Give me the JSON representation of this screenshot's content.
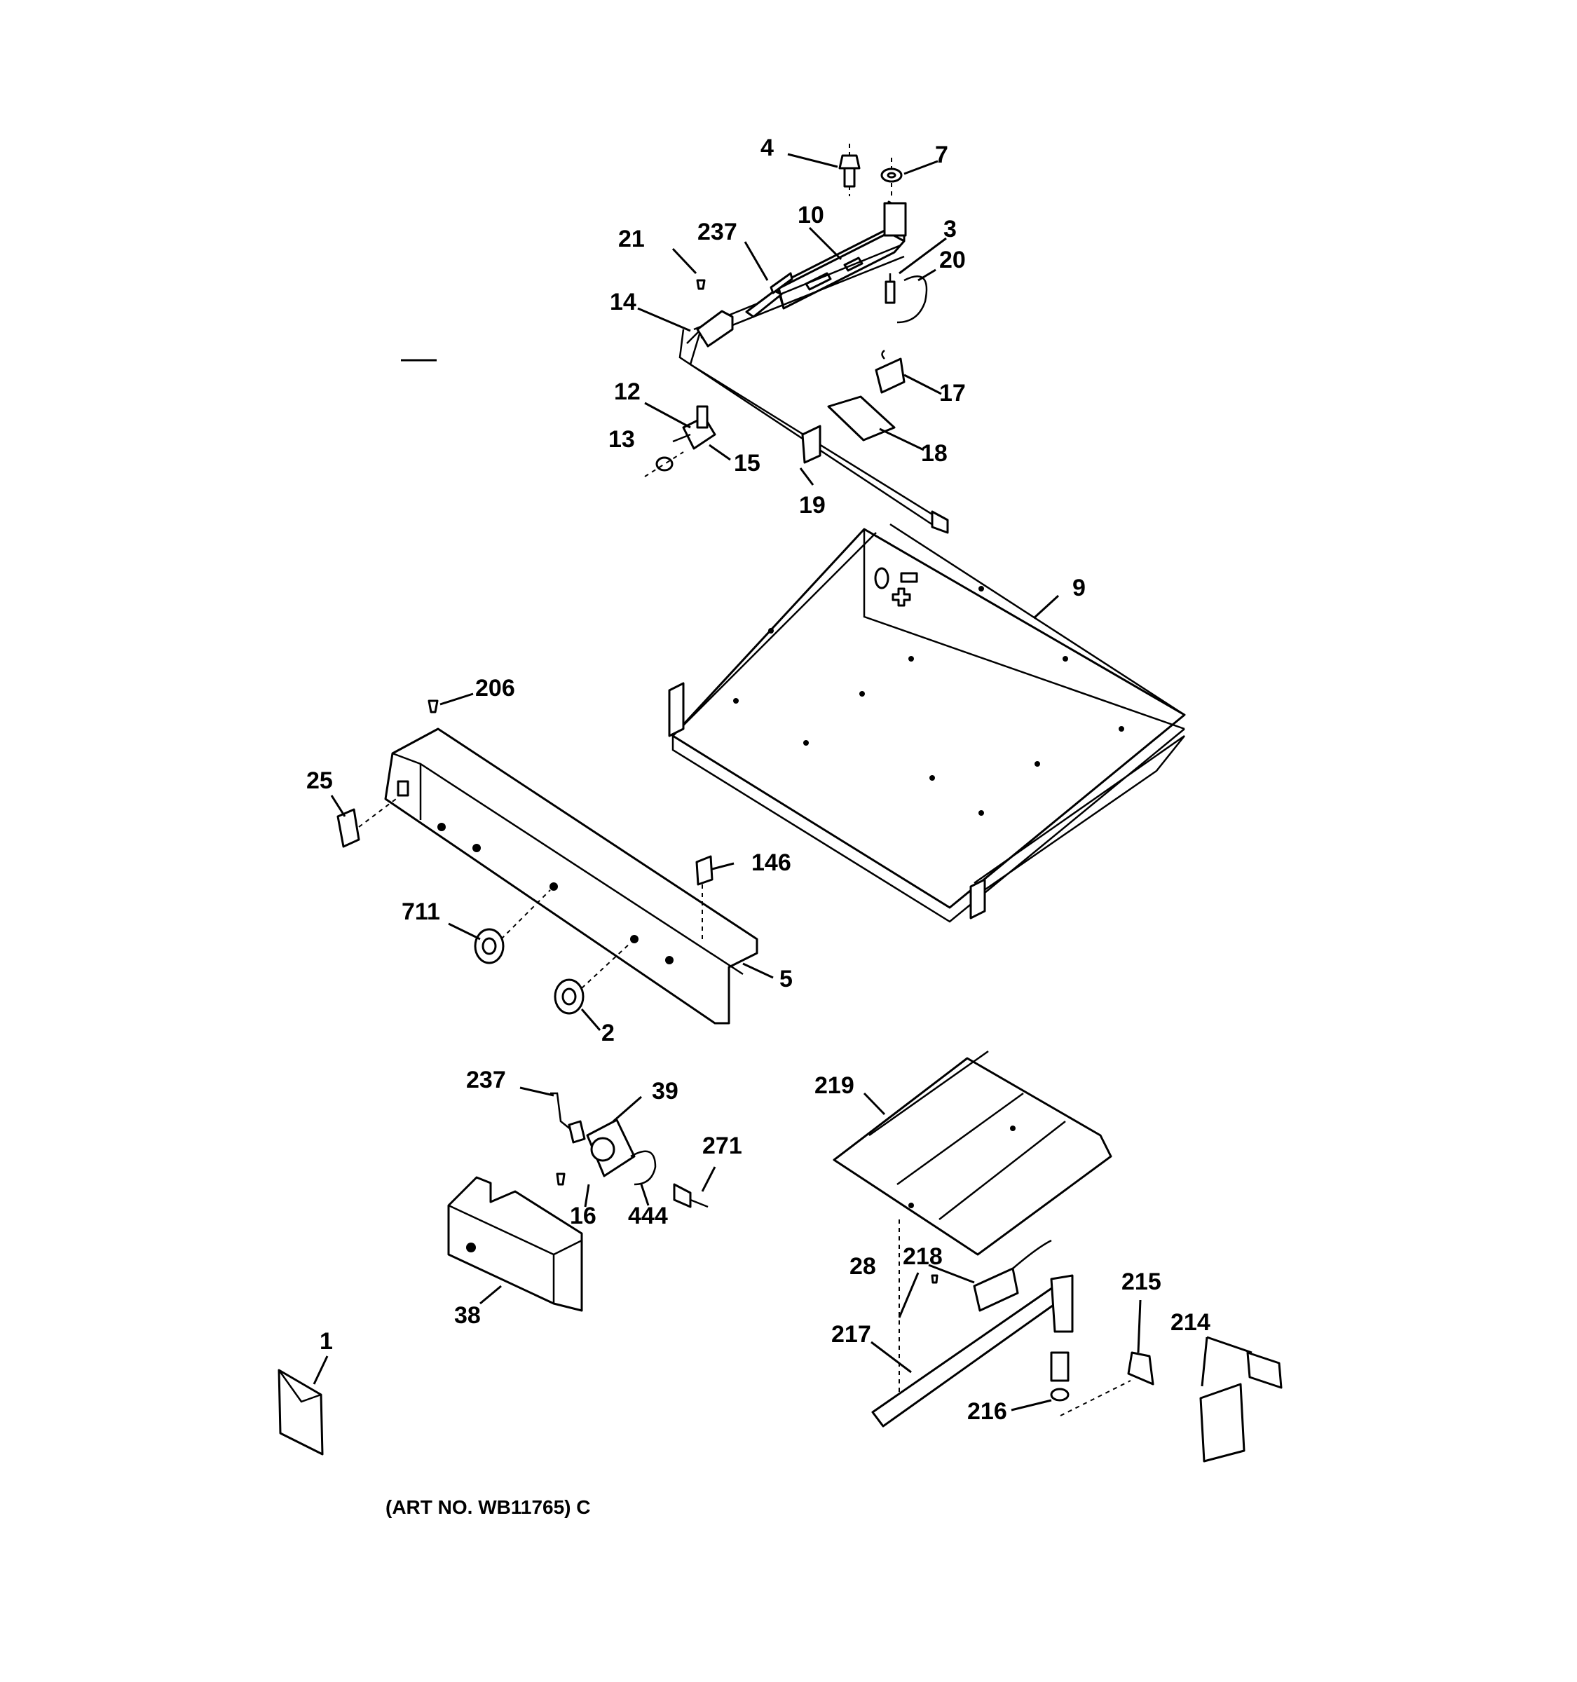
{
  "callouts": {
    "p1": "1",
    "p2": "2",
    "p3": "3",
    "p4": "4",
    "p5": "5",
    "p7": "7",
    "p9": "9",
    "p10": "10",
    "p12": "12",
    "p13": "13",
    "p14": "14",
    "p15": "15",
    "p16": "16",
    "p17": "17",
    "p18": "18",
    "p19": "19",
    "p20": "20",
    "p21": "21",
    "p25": "25",
    "p28": "28",
    "p38": "38",
    "p39": "39",
    "p146": "146",
    "p206": "206",
    "p214": "214",
    "p215": "215",
    "p216": "216",
    "p217": "217",
    "p218": "218",
    "p219": "219",
    "p237a": "237",
    "p237b": "237",
    "p271": "271",
    "p444": "444",
    "p711": "711"
  },
  "caption": "(ART NO. WB11765) C"
}
